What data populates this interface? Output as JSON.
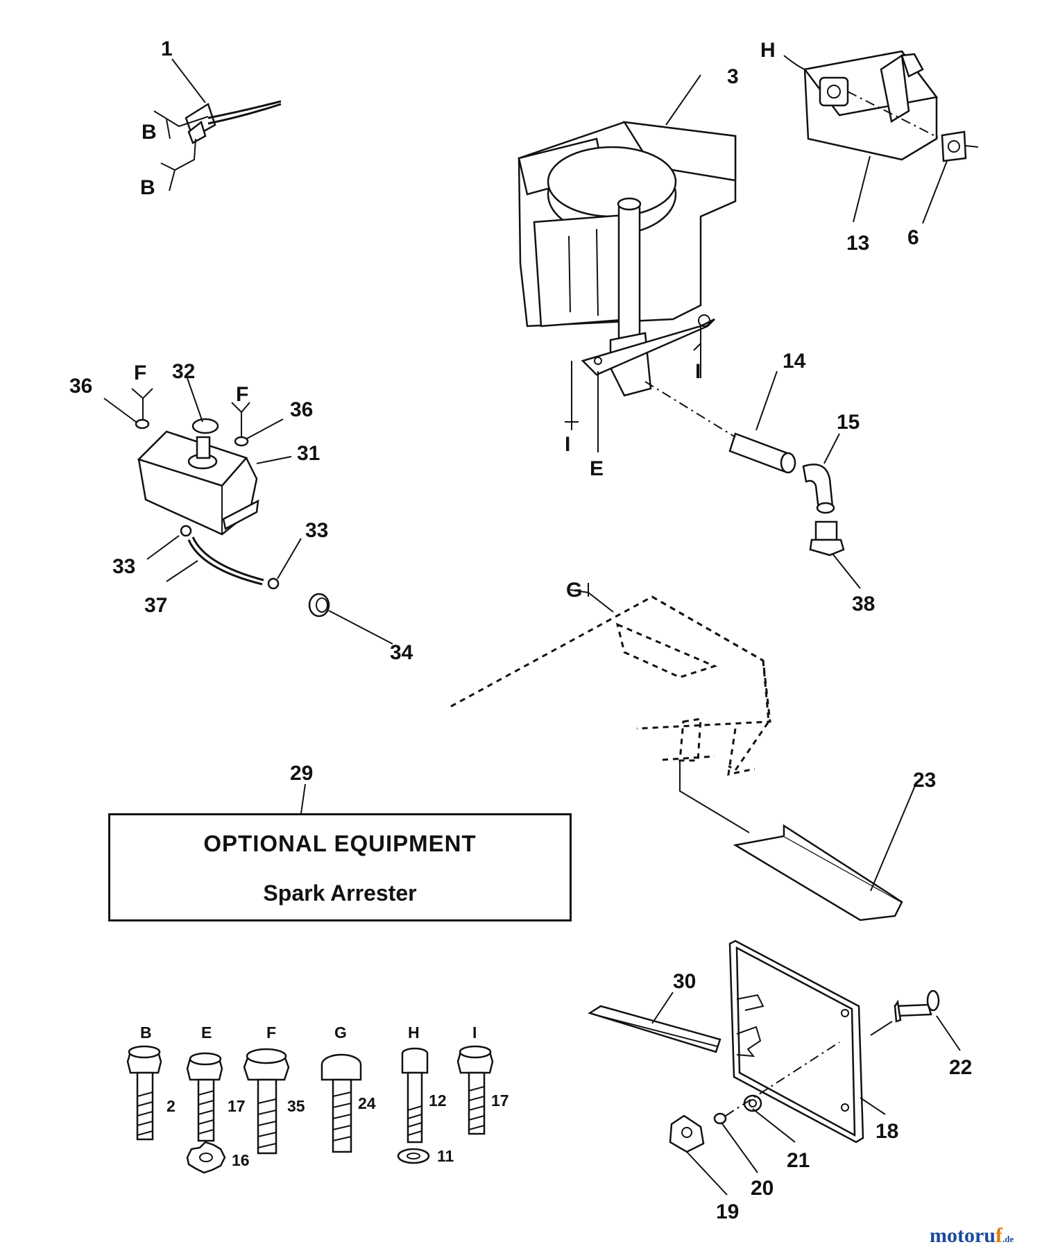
{
  "callouts": {
    "c1": "1",
    "c3": "3",
    "c6": "6",
    "c13": "13",
    "c14": "14",
    "c15": "15",
    "c18": "18",
    "c19": "19",
    "c20": "20",
    "c21": "21",
    "c22": "22",
    "c23": "23",
    "c29": "29",
    "c30": "30",
    "c31": "31",
    "c32": "32",
    "c33a": "33",
    "c33b": "33",
    "c34": "34",
    "c36a": "36",
    "c36b": "36",
    "c37": "37",
    "c38": "38"
  },
  "connectors": {
    "B1": "B",
    "B2": "B",
    "F1": "F",
    "F2": "F",
    "G": "G",
    "H": "H",
    "I1": "I",
    "I2": "I",
    "E": "E"
  },
  "optional_box": {
    "title": "OPTIONAL EQUIPMENT",
    "subtitle": "Spark Arrester"
  },
  "bolt_legend": [
    {
      "letter": "B",
      "part": "2",
      "washer": ""
    },
    {
      "letter": "E",
      "part": "17",
      "washer": "16"
    },
    {
      "letter": "F",
      "part": "35",
      "washer": ""
    },
    {
      "letter": "G",
      "part": "24",
      "washer": ""
    },
    {
      "letter": "H",
      "part": "12",
      "washer": "11"
    },
    {
      "letter": "I",
      "part": "17",
      "washer": ""
    }
  ],
  "watermark": {
    "brand_a": "motoru",
    "brand_b": "f",
    "tld": ".de"
  }
}
